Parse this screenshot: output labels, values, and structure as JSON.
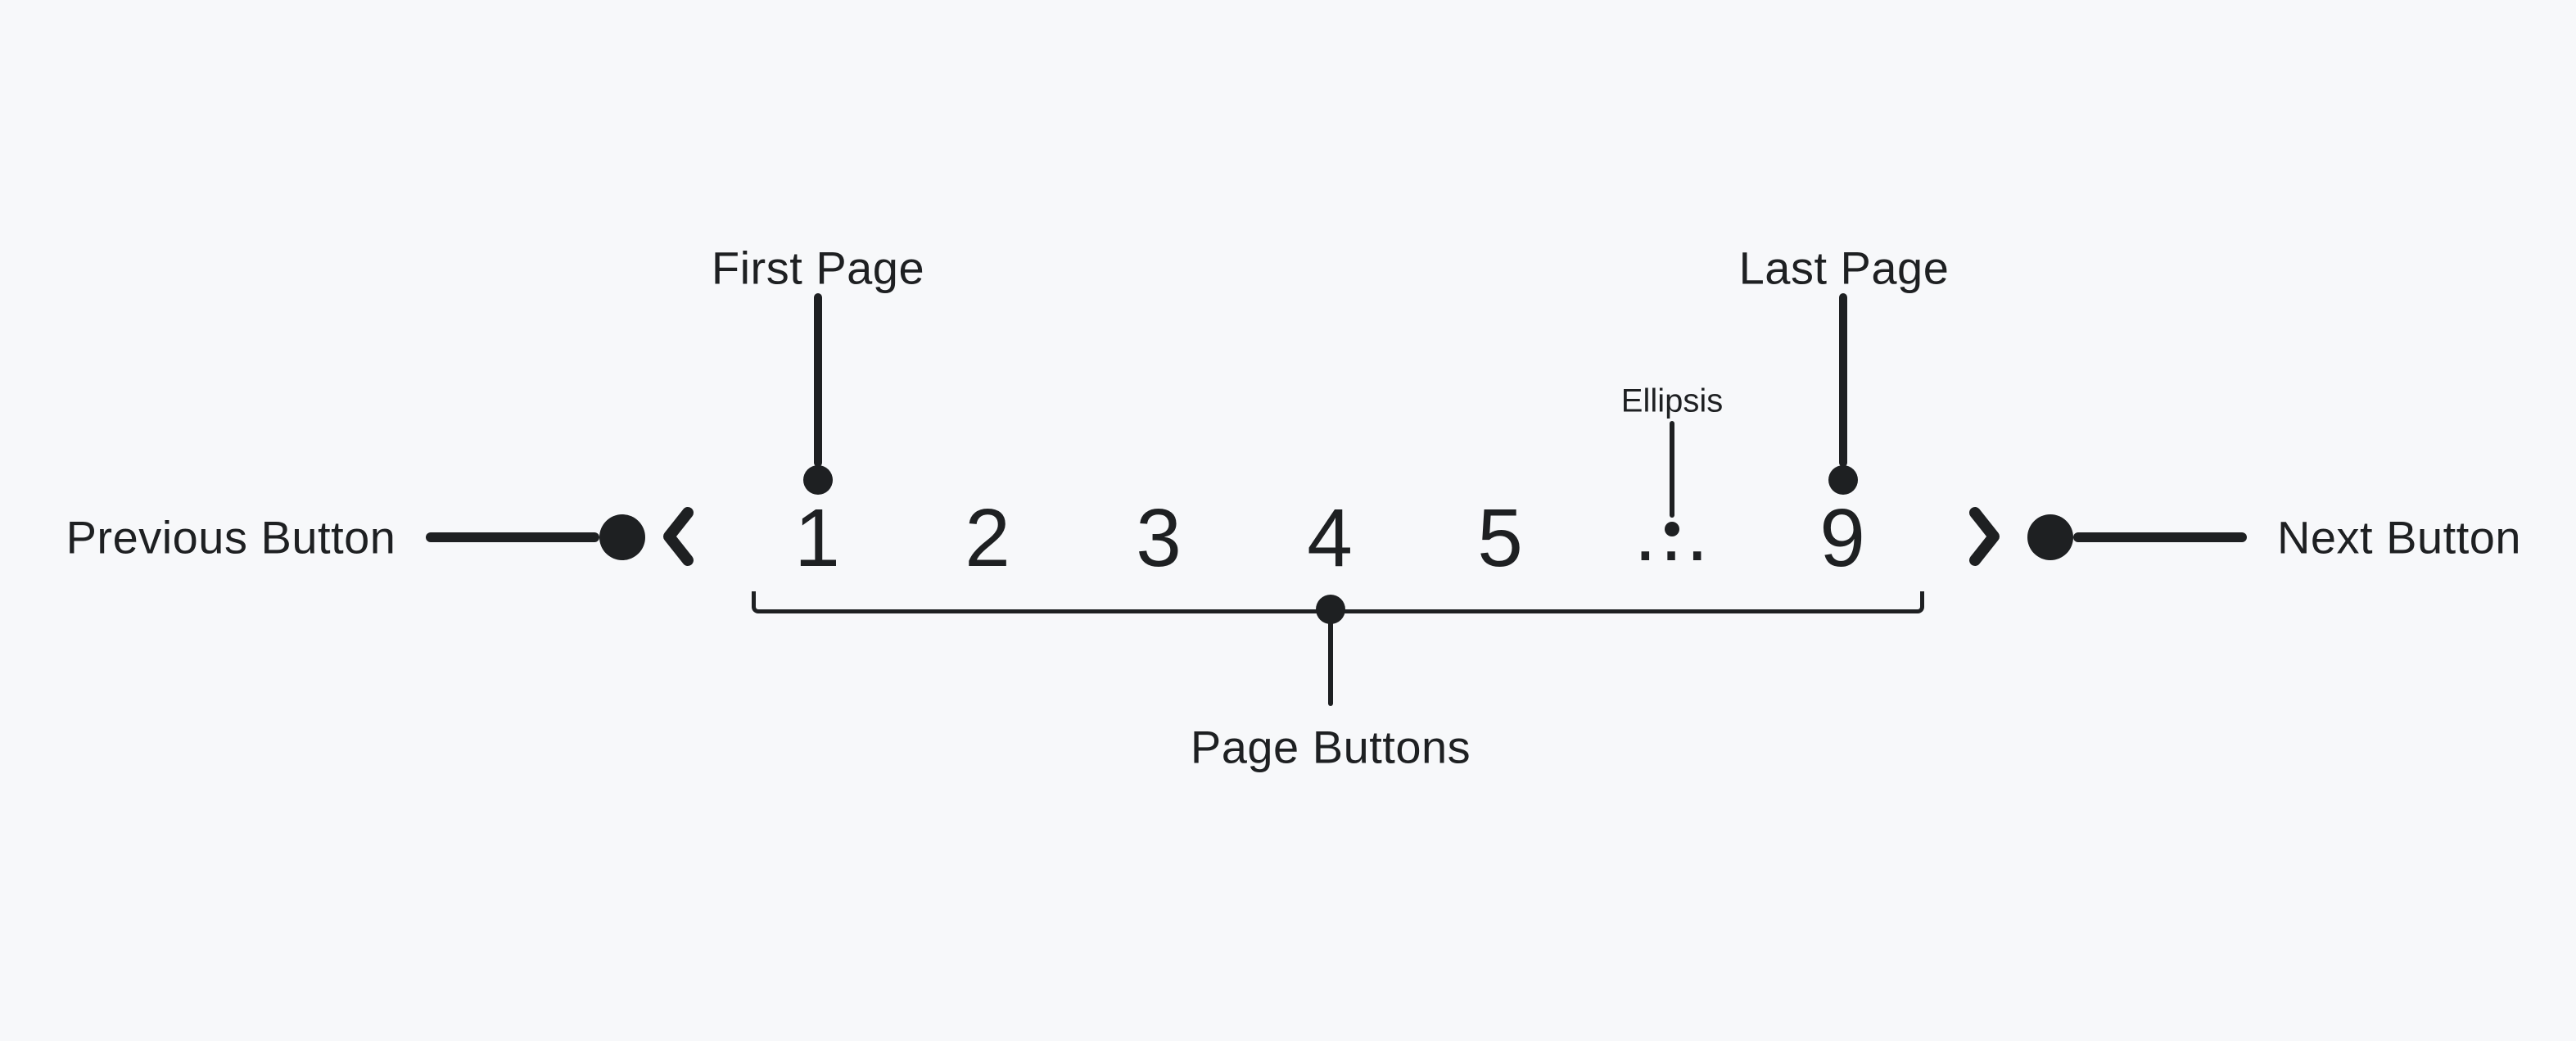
{
  "colors": {
    "background": "#f7f8fa",
    "ink": "#1e2022"
  },
  "pagination": {
    "previous_icon": "chevron-left",
    "next_icon": "chevron-right",
    "items": [
      {
        "type": "page",
        "label": "1"
      },
      {
        "type": "page",
        "label": "2"
      },
      {
        "type": "page",
        "label": "3"
      },
      {
        "type": "page",
        "label": "4"
      },
      {
        "type": "page",
        "label": "5"
      },
      {
        "type": "ellipsis",
        "label": "…"
      },
      {
        "type": "page",
        "label": "9"
      }
    ]
  },
  "callouts": {
    "previous_button": {
      "label": "Previous Button"
    },
    "next_button": {
      "label": "Next Button"
    },
    "first_page": {
      "label": "First Page"
    },
    "last_page": {
      "label": "Last Page"
    },
    "ellipsis": {
      "label": "Ellipsis"
    },
    "page_buttons": {
      "label": "Page Buttons"
    }
  }
}
